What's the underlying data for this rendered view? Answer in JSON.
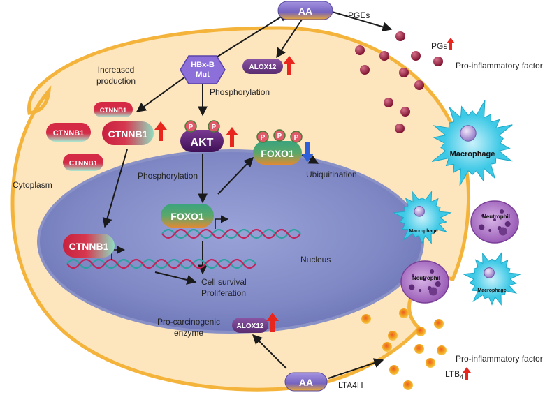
{
  "molecules": {
    "aa_top": "AA",
    "aa_bottom": "AA",
    "hbx": [
      "HBx-B",
      "Mut"
    ],
    "alox12_top": "ALOX12",
    "alox12_bottom": "ALOX12",
    "ctnnb1_a": "CTNNB1",
    "ctnnb1_b": "CTNNB1",
    "ctnnb1_c": "CTNNB1",
    "ctnnb1_main": "CTNNB1",
    "ctnnb1_nuclear": "CTNNB1",
    "akt": "AKT",
    "foxo1_cyto": "FOXO1",
    "foxo1_nuclear": "FOXO1",
    "phospho": "P"
  },
  "labels": {
    "pges": "PGEs",
    "pgs": "PGs",
    "pro_inflammatory_top": "Pro-inflammatory factor",
    "pro_inflammatory_bottom": "Pro-inflammatory factor",
    "increased_production": [
      "Increased",
      "production"
    ],
    "phosphorylation_top": "Phosphorylation",
    "phosphorylation_mid": "Phosphorylation",
    "ubiquitination": "Ubiquitination",
    "cytoplasm": "Cytoplasm",
    "nucleus": "Nucleus",
    "cell_survival": [
      "Cell survival",
      "Proliferation"
    ],
    "pro_carcinogenic": [
      "Pro-carcinogenic",
      "enzyme"
    ],
    "lta4h": "LTA4H",
    "ltb4": "LTB",
    "ltb4_sub": "4"
  },
  "cells": {
    "macrophage_big": "Macrophage",
    "macrophage_small_1": "Macrophage",
    "macrophage_small_2": "Macrophage",
    "neutrophil_1": "Neutrophil",
    "neutrophil_2": "Neutrophil"
  },
  "colors": {
    "cell_fill": "#fde5bd",
    "cell_border": "#f4b43c",
    "nucleus_fill": "#8f97cc",
    "ctnnb1_red": "#d42a45",
    "ctnnb1_green": "#9fdcc3",
    "akt_purple": "#5a1e72",
    "foxo1_green": "#3aa37e",
    "foxo1_orange": "#d9893a",
    "aa_purple": "#8373c9",
    "alox12_purple": "#6c3c82",
    "pg_dot": "#8c1e3a",
    "ltb4_dot": "#f2a31b",
    "macrophage_cyan": "#3ec9e6",
    "neutrophil_purple": "#a466c0",
    "up_arrow": "#e8261e",
    "down_arrow": "#2c5fd9",
    "p_badge": "#e25a6a"
  }
}
